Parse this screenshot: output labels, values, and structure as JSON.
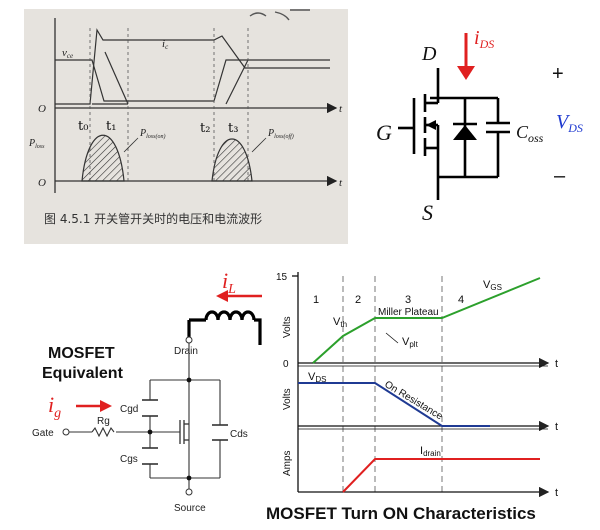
{
  "photo": {
    "caption": "图 4.5.1  开关管开关时的电压和电流波形",
    "labels": {
      "vce": "v",
      "vce_sub": "ce",
      "ic": "i",
      "ic_sub": "c",
      "o_top": "O",
      "t_top": "t",
      "ploss": "P",
      "ploss_sub": "loss",
      "ploss_on": "P",
      "ploss_on_sub": "loss(on)",
      "ploss_off": "P",
      "ploss_off_sub": "loss(off)",
      "o_bot": "O",
      "t_bot": "t"
    },
    "handwriting": [
      "t₀",
      "t₁",
      "t₂",
      "t₃"
    ]
  },
  "mosfet_symbol": {
    "drain": "D",
    "gate": "G",
    "source": "S",
    "current": "i",
    "current_sub": "DS",
    "cap": "C",
    "cap_sub": "oss",
    "voltage": "V",
    "voltage_sub": "DS",
    "plus": "+",
    "minus": "–"
  },
  "equivalent": {
    "title_line1": "MOSFET",
    "title_line2": "Equivalent",
    "il": "i",
    "il_sub": "L",
    "ig": "i",
    "ig_sub": "g",
    "drain": "Drain",
    "gate": "Gate",
    "source": "Source",
    "cgd": "Cgd",
    "cgs": "Cgs",
    "cds": "Cds",
    "rg": "Rg"
  },
  "turn_on": {
    "title": "MOSFET Turn ON Characteristics",
    "regions": [
      "1",
      "2",
      "3",
      "4"
    ],
    "tick_15": "15",
    "tick_0": "0",
    "volts_1": "Volts",
    "volts_2": "Volts",
    "amps": "Amps",
    "t1": "t",
    "t2": "t",
    "t3": "t",
    "vgs": "V",
    "vgs_sub": "GS",
    "vth": "V",
    "vth_sub": "th",
    "miller": "Miller Plateau",
    "vplt": "V",
    "vplt_sub": "plt",
    "vds": "V",
    "vds_sub": "DS",
    "on_res": "On Resistance",
    "idrain": "I",
    "idrain_sub": "drain",
    "colors": {
      "vgs": "#2ca02c",
      "vds": "#1f3a93",
      "idrain": "#e02020"
    }
  }
}
